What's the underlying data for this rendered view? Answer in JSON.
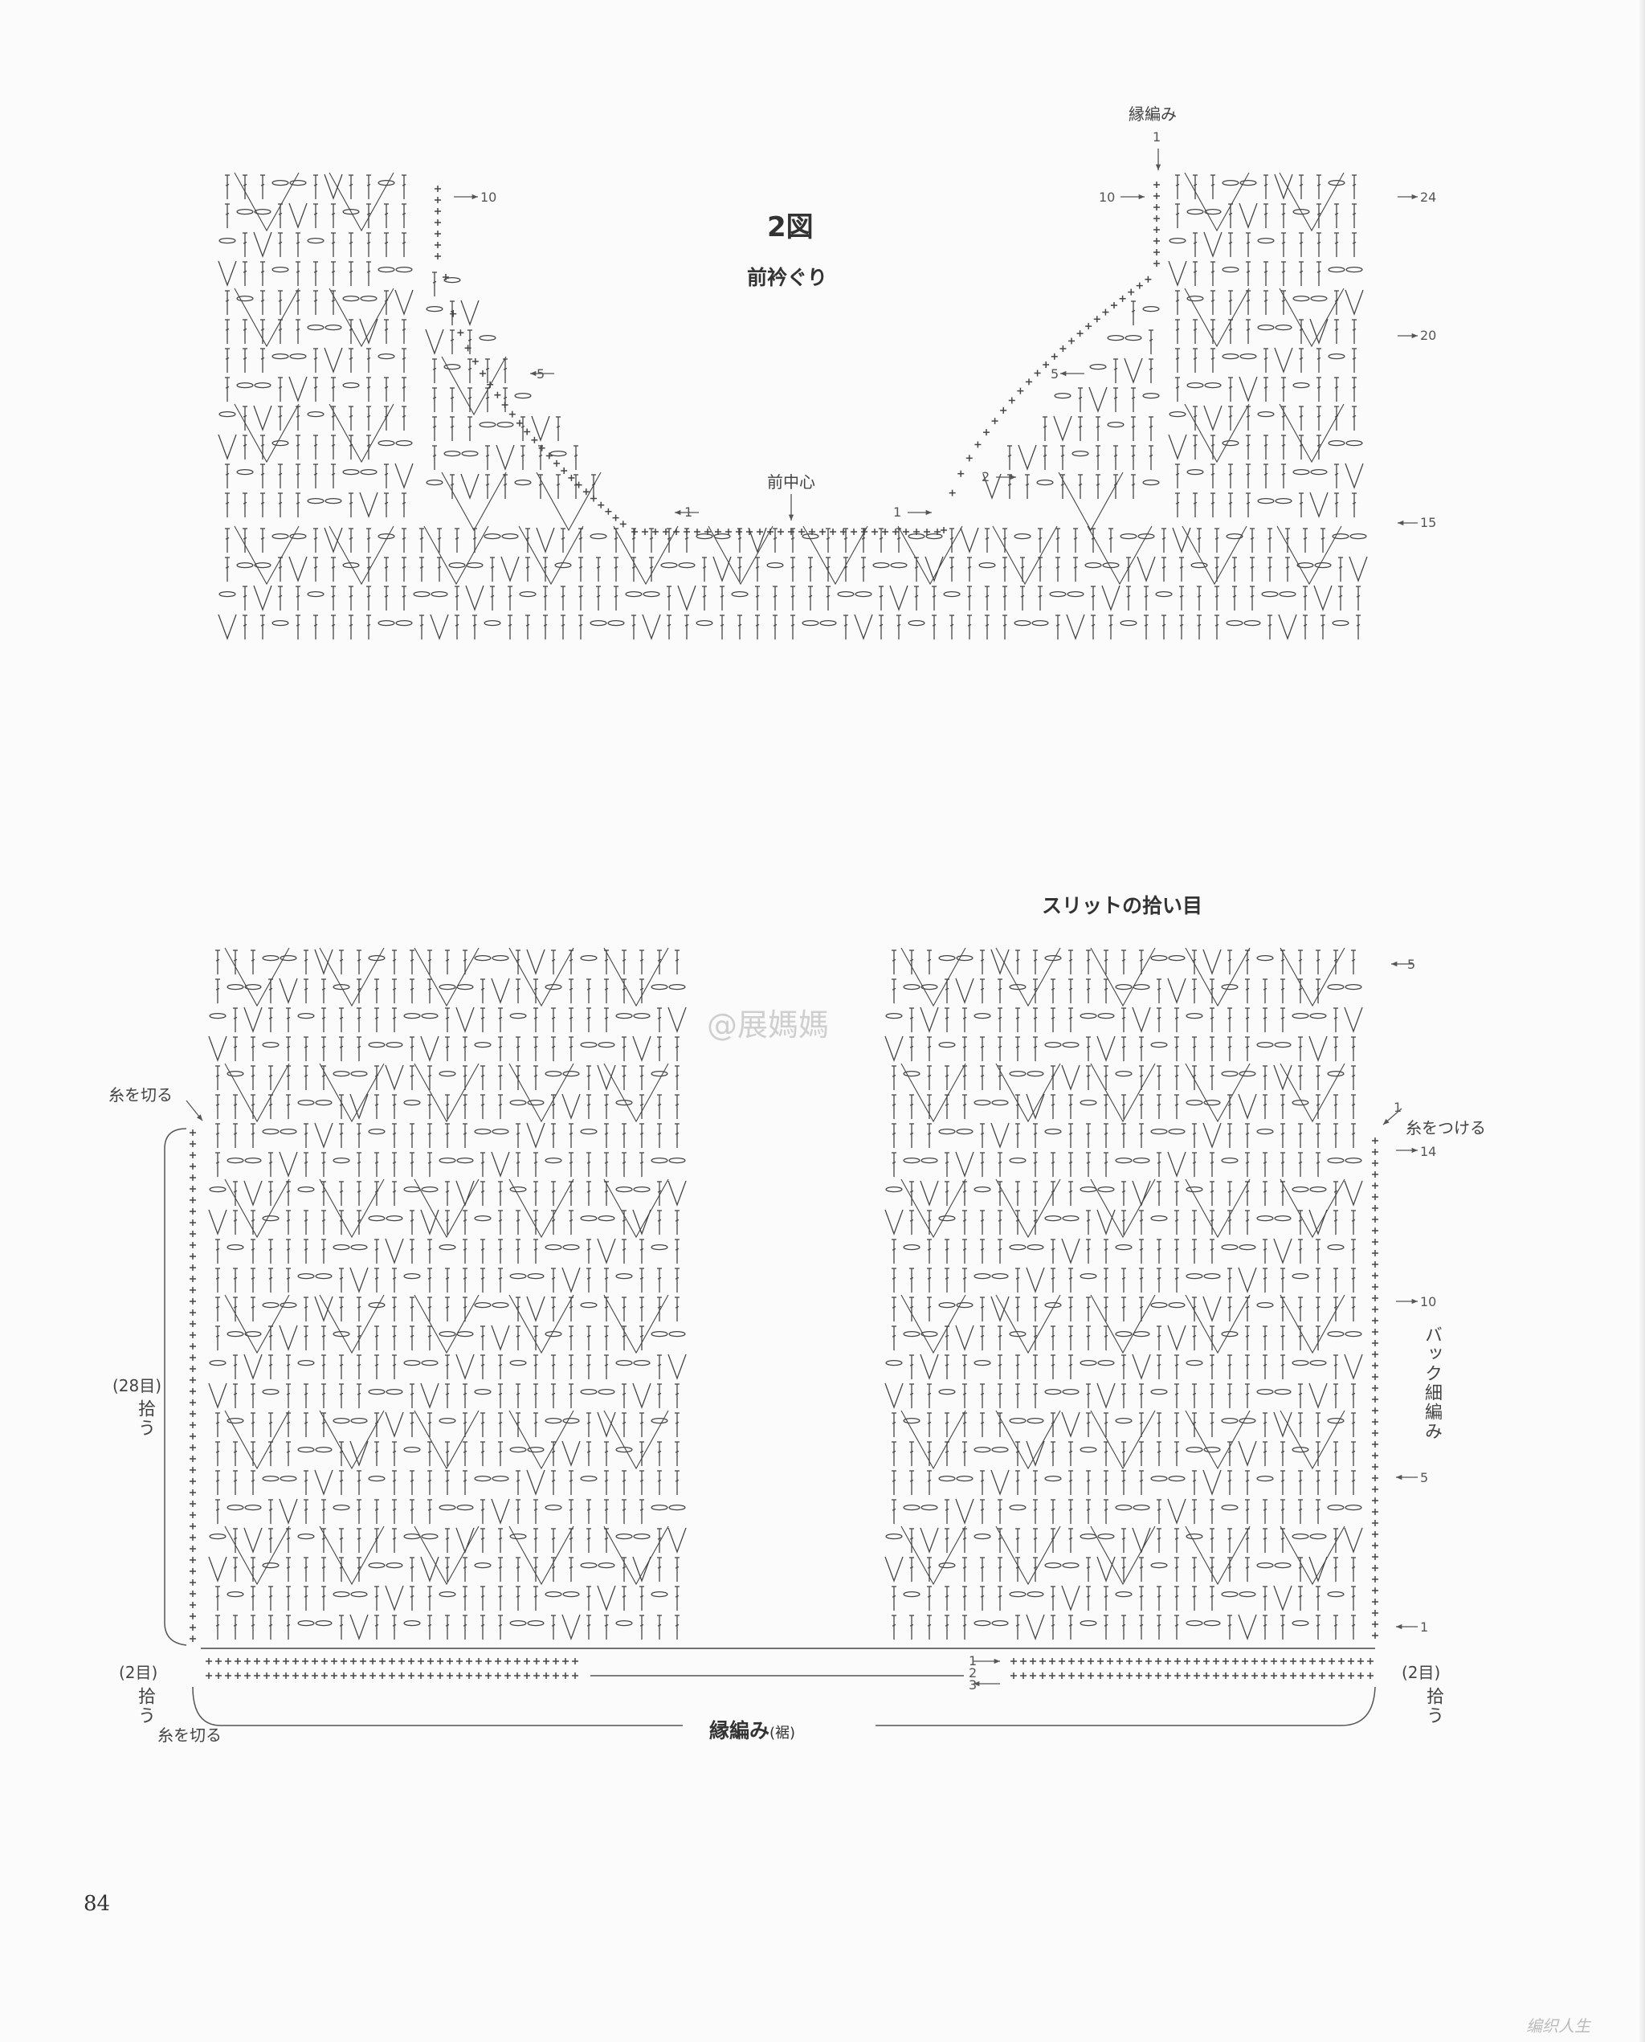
{
  "figure": {
    "title": "2図",
    "subtitle": "前衿ぐり"
  },
  "top": {
    "front_center": "前中心",
    "edge_label": "縁編み",
    "left_rows": [
      "10",
      "5",
      "1"
    ],
    "right_rows": [
      "1",
      "10",
      "5",
      "2",
      "1",
      "24",
      "20",
      "15"
    ]
  },
  "bottom": {
    "slit_title": "スリットの拾い目",
    "left_cut_top": "糸を切る",
    "left_cut_bottom": "糸を切る",
    "pick_28": "(28目)",
    "pick_28_verb": "拾う",
    "pick_2_left": "(2目)",
    "pick_2_left_verb": "拾う",
    "pick_2_right": "(2目)",
    "pick_2_right_verb": "拾う",
    "attach": "糸をつける",
    "back_sc": "バック細編み",
    "hem_label": "縁編み",
    "hem_sub": "(裾)",
    "right_rows": [
      "5",
      "1",
      "14",
      "10",
      "5",
      "1"
    ],
    "hem_rows": [
      "1",
      "2",
      "3"
    ]
  },
  "watermark": "@展媽媽",
  "page_number": "84",
  "corner_logo": "编织人生"
}
